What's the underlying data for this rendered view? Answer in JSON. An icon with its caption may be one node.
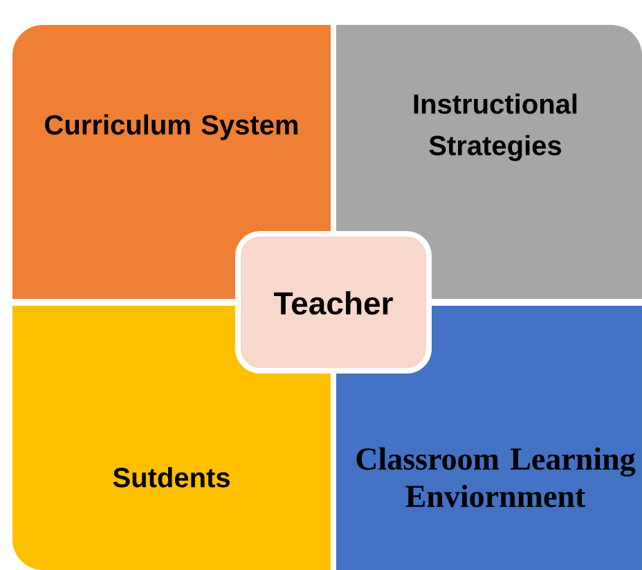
{
  "diagram": {
    "nodes": [
      {
        "text": [
          "Curriculum System"
        ]
      },
      {
        "text": [
          "Instructional Strategies"
        ]
      },
      {
        "text": [
          "Sutdents"
        ]
      },
      {
        "text": [
          "Classroom Learning Enviornment"
        ]
      },
      {
        "text": [
          "Teacher"
        ]
      }
    ]
  }
}
